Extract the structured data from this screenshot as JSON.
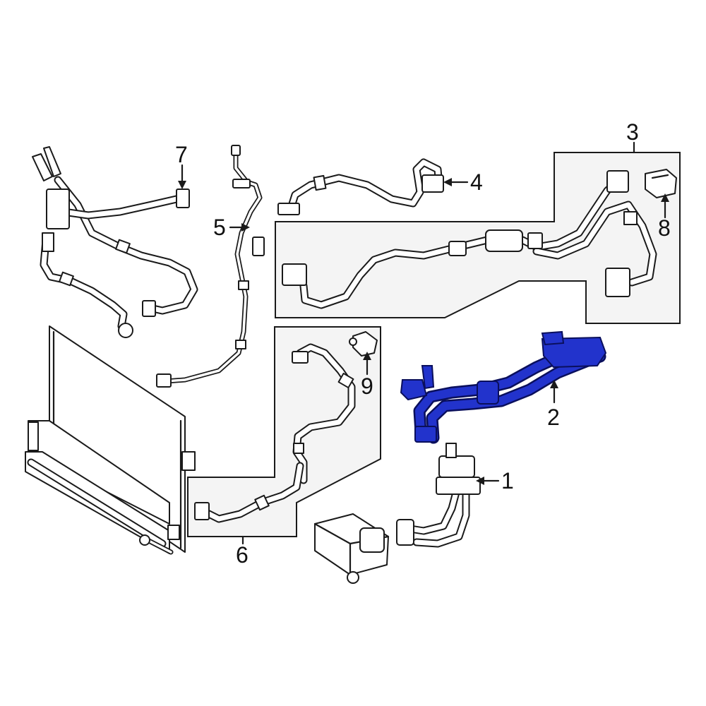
{
  "callouts": {
    "c1": "1",
    "c2": "2",
    "c3": "3",
    "c4": "4",
    "c5": "5",
    "c6": "6",
    "c7": "7",
    "c8": "8",
    "c9": "9"
  },
  "colors": {
    "highlight": "#2233cc",
    "highlight_outline": "#0a0f5c",
    "line": "#1a1a1a",
    "callout_fill": "#f4f4f4"
  },
  "highlighted_part": "2"
}
